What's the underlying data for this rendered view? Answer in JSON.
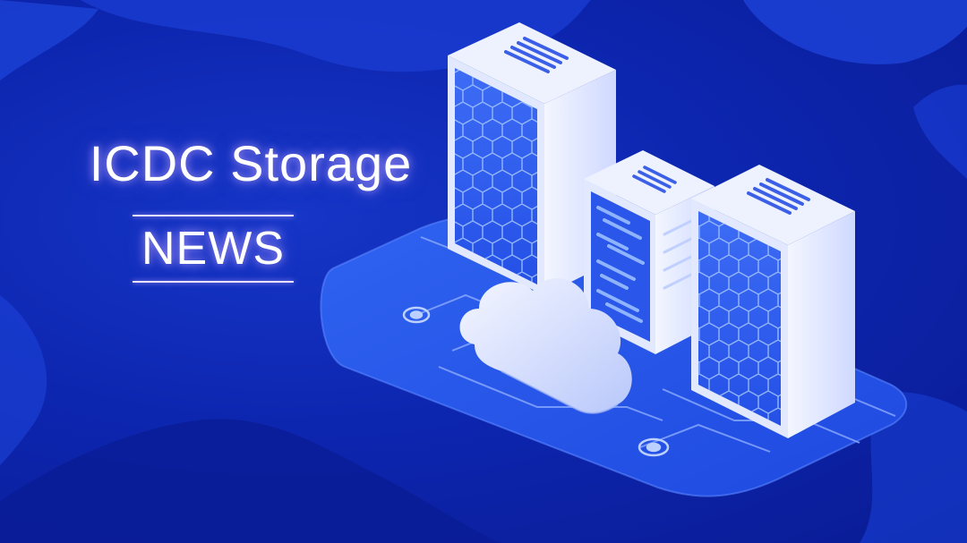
{
  "banner": {
    "title": "ICDC Storage",
    "subtitle": "NEWS"
  },
  "colors": {
    "background": "#0d26b0",
    "blob": "#1a3fd6",
    "platform": "#3b6cf2",
    "server_light": "#e6ecff",
    "server_panel": "#2f5cf0",
    "cloud": "#e7ecff"
  },
  "illustration": {
    "servers": [
      "server-tall-left",
      "server-small-middle",
      "server-tall-right"
    ],
    "cloud_icon": "cloud-icon",
    "circuit": "circuit-lines"
  }
}
